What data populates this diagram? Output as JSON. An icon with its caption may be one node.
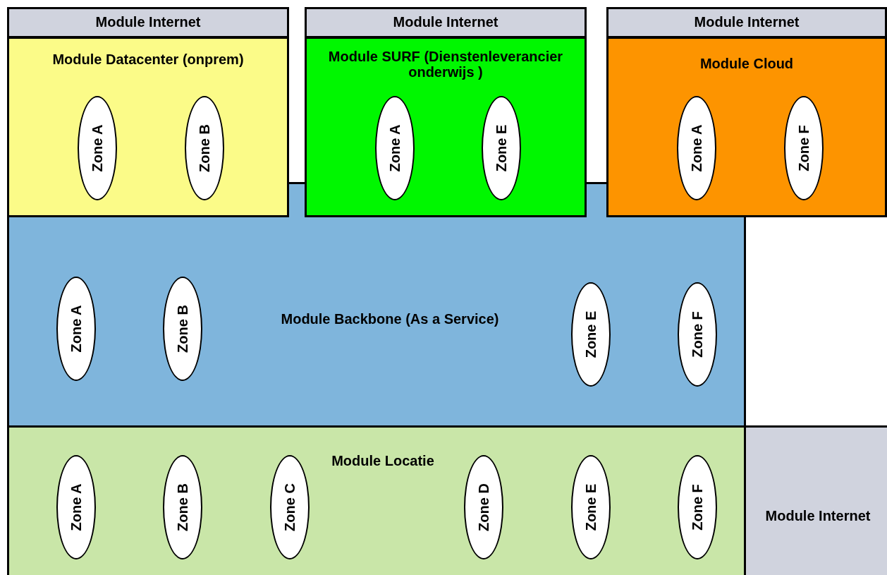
{
  "diagram": {
    "nodes": [
      {
        "text": [
          "Module Internet"
        ]
      },
      {
        "text": [
          "Module Datacenter (onprem)"
        ]
      },
      {
        "text": [
          "Zone A"
        ],
        "in": 1
      },
      {
        "text": [
          "Zone B"
        ],
        "in": 1
      },
      {
        "text": [
          "Module Internet"
        ]
      },
      {
        "text": [
          "Module SURF (Dienstenleverancier onderwijs )"
        ]
      },
      {
        "text": [
          "Zone A"
        ],
        "in": 5
      },
      {
        "text": [
          "Zone E"
        ],
        "in": 5
      },
      {
        "text": [
          "Module Internet"
        ]
      },
      {
        "text": [
          "Module Cloud"
        ]
      },
      {
        "text": [
          "Zone A"
        ],
        "in": 9
      },
      {
        "text": [
          "Zone F"
        ],
        "in": 9
      },
      {
        "text": [
          "Module Backbone (As a Service)"
        ]
      },
      {
        "text": [
          "Zone A"
        ],
        "in": 12
      },
      {
        "text": [
          "Zone B"
        ],
        "in": 12
      },
      {
        "text": [
          "Zone E"
        ],
        "in": 12
      },
      {
        "text": [
          "Zone F"
        ],
        "in": 12
      },
      {
        "text": [
          "Module Locatie"
        ]
      },
      {
        "text": [
          "Zone A"
        ],
        "in": 17
      },
      {
        "text": [
          "Zone B"
        ],
        "in": 17
      },
      {
        "text": [
          "Zone C"
        ],
        "in": 17
      },
      {
        "text": [
          "Zone D"
        ],
        "in": 17
      },
      {
        "text": [
          "Zone E"
        ],
        "in": 17
      },
      {
        "text": [
          "Zone F"
        ],
        "in": 17
      },
      {
        "text": [
          "Module Internet"
        ]
      }
    ],
    "edges": []
  }
}
